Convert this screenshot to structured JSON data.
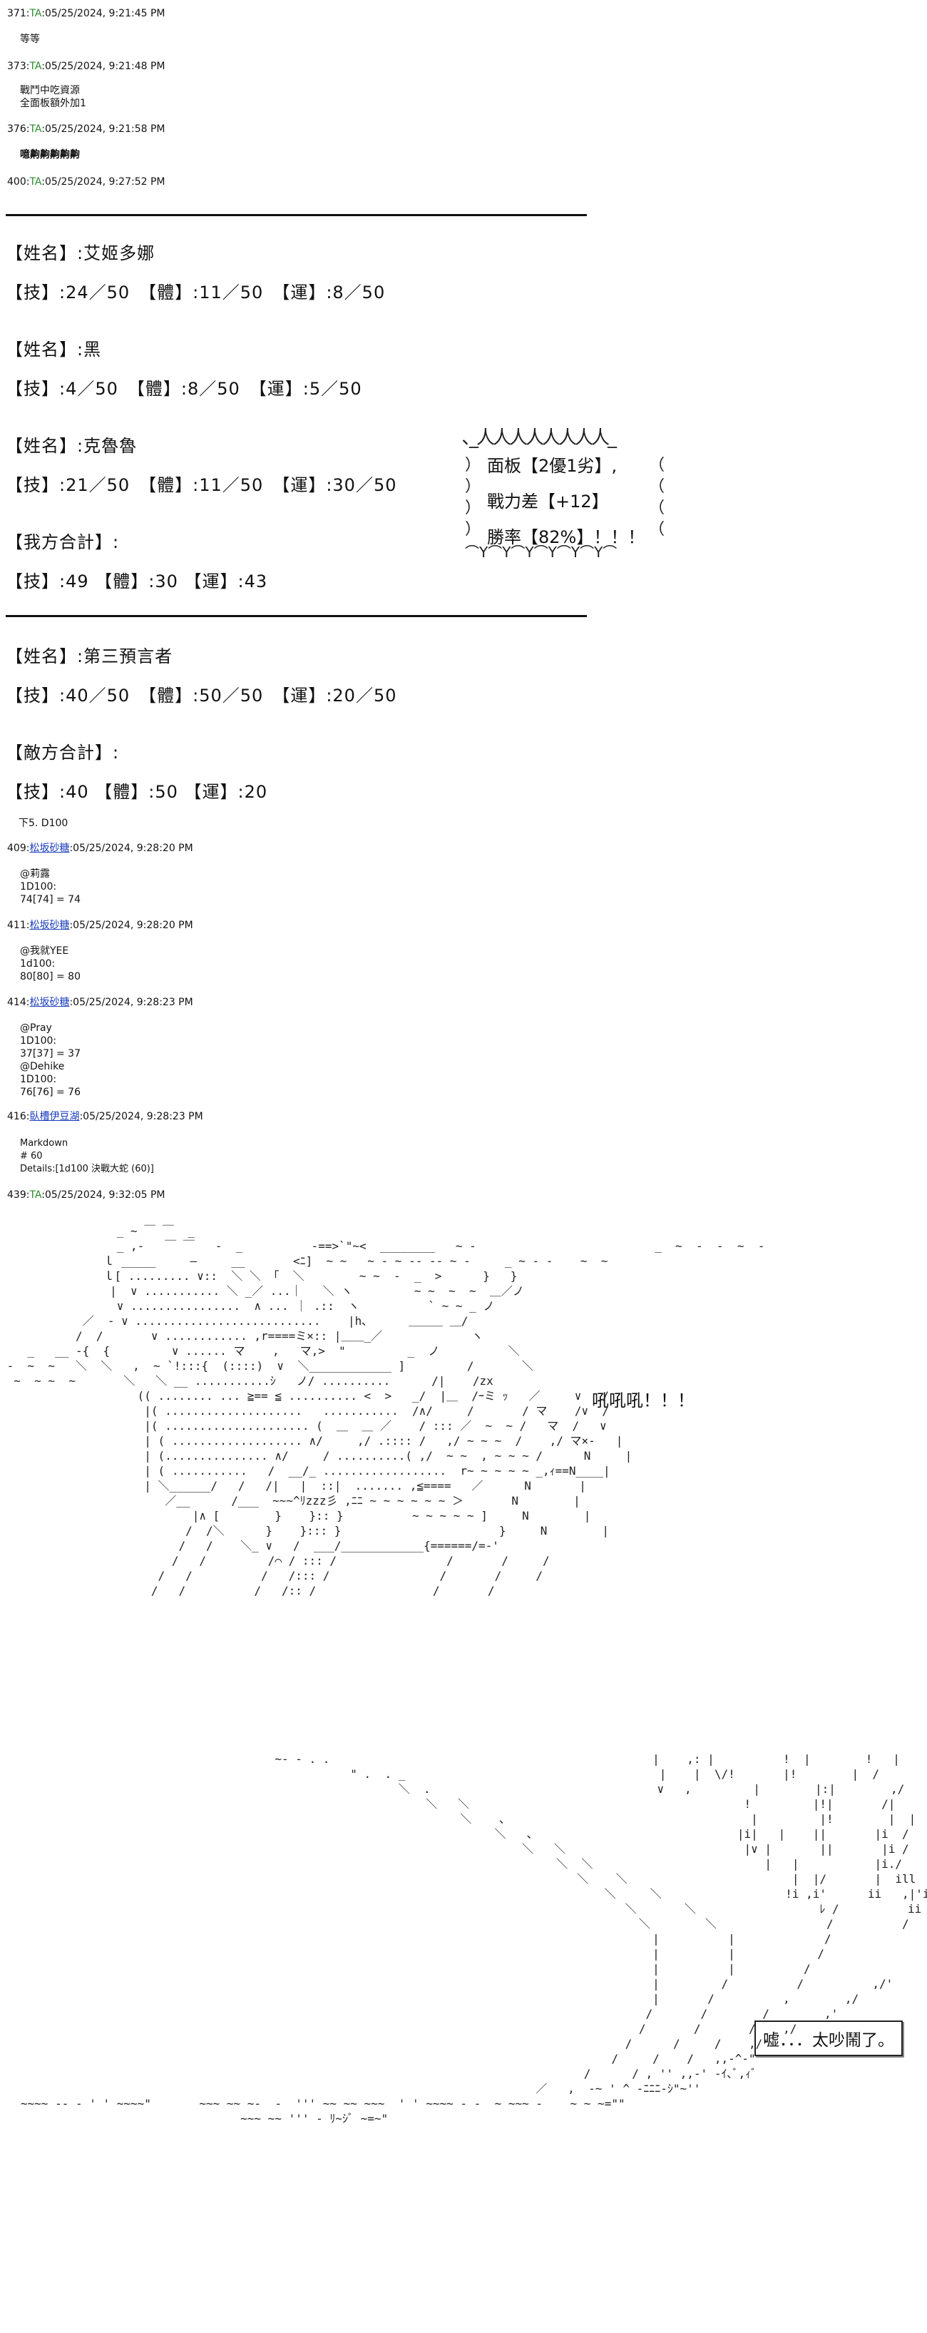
{
  "posts_top": [
    {
      "num": "371:",
      "name": "TA",
      "date": ":05/25/2024, 9:21:45 PM",
      "body": "等等"
    },
    {
      "num": "373:",
      "name": "TA",
      "date": ":05/25/2024, 9:21:48 PM",
      "body": "戰鬥中吃資源\n全面板額外加1"
    },
    {
      "num": "376:",
      "name": "TA",
      "date": ":05/25/2024, 9:21:58 PM",
      "body": "噫齁齁齁齁齁"
    },
    {
      "num": "400:",
      "name": "TA",
      "date": ":05/25/2024, 9:27:52 PM",
      "body": ""
    }
  ],
  "allies": [
    {
      "name_line": "【姓名】:艾姬多娜",
      "stats_line": "【技】:24／50　【體】:11／50　【運】:8／50"
    },
    {
      "name_line": "【姓名】:黑",
      "stats_line": "【技】:4／50　【體】:8／50　【運】:5／50"
    },
    {
      "name_line": "【姓名】:克魯魯",
      "stats_line": "【技】:21／50　【體】:11／50　【運】:30／50"
    }
  ],
  "ally_total": {
    "label": "【我方合計】:",
    "stats_line": "【技】:49 【體】:30 【運】:43"
  },
  "bubble": {
    "top_edge": "､_人人人人人人人人_",
    "lines": [
      "面板【2優1劣】,",
      "戰力差【+12】",
      "勝率【82%】！！！"
    ],
    "left_edge": "）\n）\n）\n）",
    "right_edge": "（\n（\n（\n（",
    "bottom_edge": "⌒Y⌒Y⌒Y⌒Y⌒Y⌒Y⌒"
  },
  "enemy": {
    "name_line": "【姓名】:第三預言者",
    "stats_line": "【技】:40／50　【體】:50／50　【運】:20／50"
  },
  "enemy_total": {
    "label": "【敵方合計】:",
    "stats_line": "【技】:40 【體】:50 【運】:20"
  },
  "roll_intro": "下5. D100",
  "posts_bottom": [
    {
      "num": "409:",
      "name": "松坂砂糖",
      "date": ":05/25/2024, 9:28:20 PM",
      "body": "@莉露\n1D100:\n74[74] = 74"
    },
    {
      "num": "411:",
      "name": "松坂砂糖",
      "date": ":05/25/2024, 9:28:20 PM",
      "body": "@我就YEE\n1d100:\n80[80] = 80"
    },
    {
      "num": "414:",
      "name": "松坂砂糖",
      "date": ":05/25/2024, 9:28:23 PM",
      "body": "@Pray\n1D100:\n37[37] = 37\n@Dehike\n1D100:\n76[76] = 76"
    },
    {
      "num": "416:",
      "name": "臥槽伊豆湖",
      "date": ":05/25/2024, 9:28:23 PM",
      "body": "Markdown\n# 60\nDetails:[1d100 決戰大蛇 (60)]"
    },
    {
      "num": "439:",
      "name": "TA",
      "date": ":05/25/2024, 9:32:05 PM",
      "body": ""
    }
  ],
  "roar": "吼吼吼！！！",
  "quiet": "嘘．．．太吵鬧了。",
  "colors": {
    "name_green": "#2a8a2a",
    "name_blue": "#1a3dbf"
  }
}
